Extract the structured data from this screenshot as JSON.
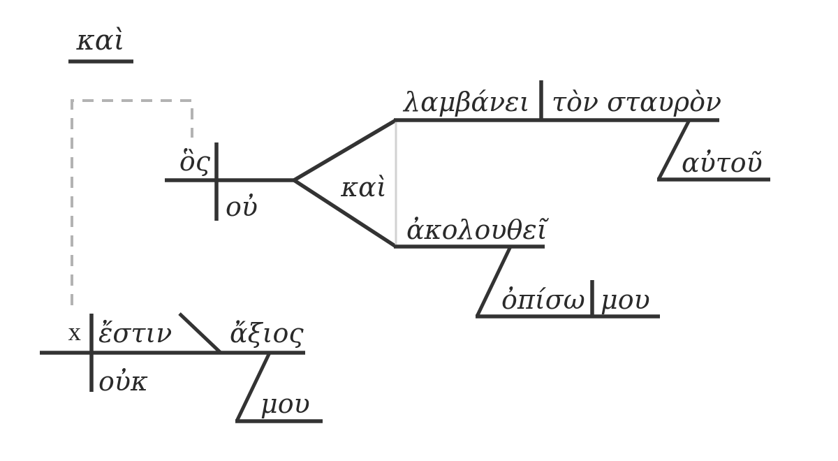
{
  "figure": {
    "background": "#ffffff",
    "line_color": "#333333",
    "dashed_connector_color": "#b3b3b3",
    "fork_connector_color": "#d2d2d2",
    "text_color": "#2a2a2a"
  },
  "diagram": {
    "type": "sentence-diagram",
    "language": "Greek",
    "words": {
      "sentence_conjunction": "καὶ",
      "relative_subject": "ὃς",
      "relative_negation": "οὐ",
      "compound_conjunction": "καὶ",
      "verb1": "λαμβάνει",
      "object1": "τὸν σταυρὸν",
      "object1_genitive_modifier": "αὐτοῦ",
      "verb2": "ἀκολουθεῖ",
      "adverbial_preposition": "ὀπίσω",
      "preposition_object": "μου",
      "main_subject_placeholder": "x",
      "main_verb": "ἔστιν",
      "main_negation": "οὐκ",
      "predicate_adjective": "ἄξιος",
      "predicate_genitive_modifier": "μου"
    }
  }
}
